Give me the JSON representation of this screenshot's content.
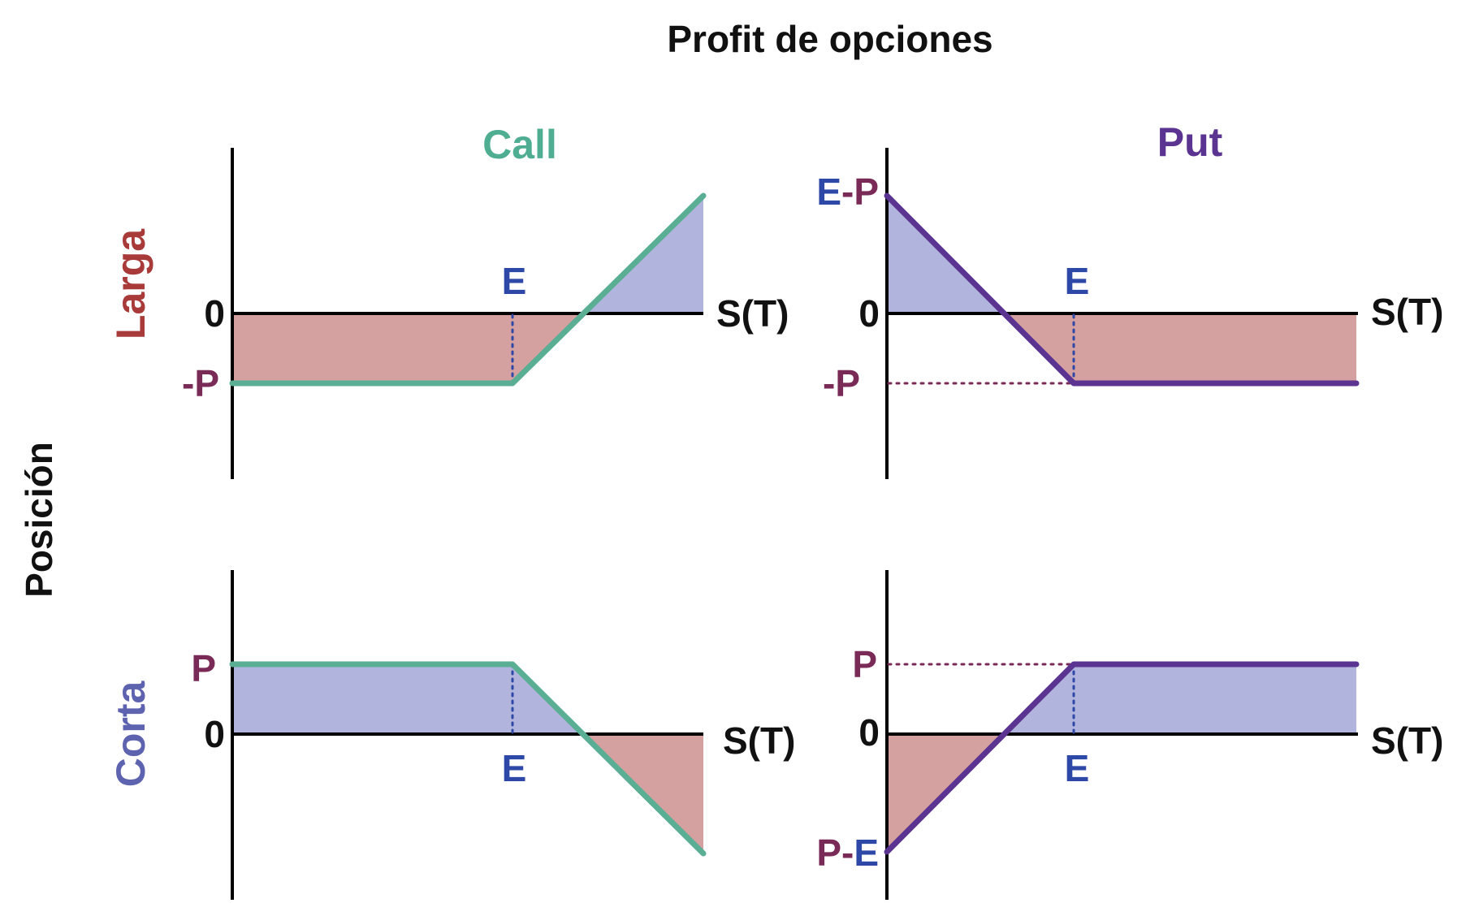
{
  "title": "Profit de opciones",
  "row_axis_label": "Posición",
  "columns": {
    "call": "Call",
    "put": "Put"
  },
  "rows": {
    "long": "Larga",
    "short": "Corta"
  },
  "colors": {
    "call_line": "#5aae94",
    "put_line": "#5b3390",
    "call_label": "#4fae92",
    "put_label": "#5b3390",
    "long_label": "#a83b3a",
    "short_label": "#5e63b0",
    "profit_fill": "#b1b4dc",
    "loss_fill": "#d5a1a0",
    "strike_label": "#2d48a6",
    "premium_label": "#7a2a56",
    "axis": "#000000"
  },
  "panels": {
    "long_call": {
      "zero_label": "0",
      "premium_label": "-P",
      "strike_label": "E",
      "x_axis_label": "S(T)"
    },
    "long_put": {
      "zero_label": "0",
      "premium_label": "-P",
      "strike_label": "E",
      "max_label": "E-P",
      "x_axis_label": "S(T)"
    },
    "short_call": {
      "zero_label": "0",
      "premium_label": "P",
      "strike_label": "E",
      "x_axis_label": "S(T)"
    },
    "short_put": {
      "zero_label": "0",
      "premium_label": "P",
      "strike_label": "E",
      "min_label": "P-E",
      "x_axis_label": "S(T)"
    }
  }
}
